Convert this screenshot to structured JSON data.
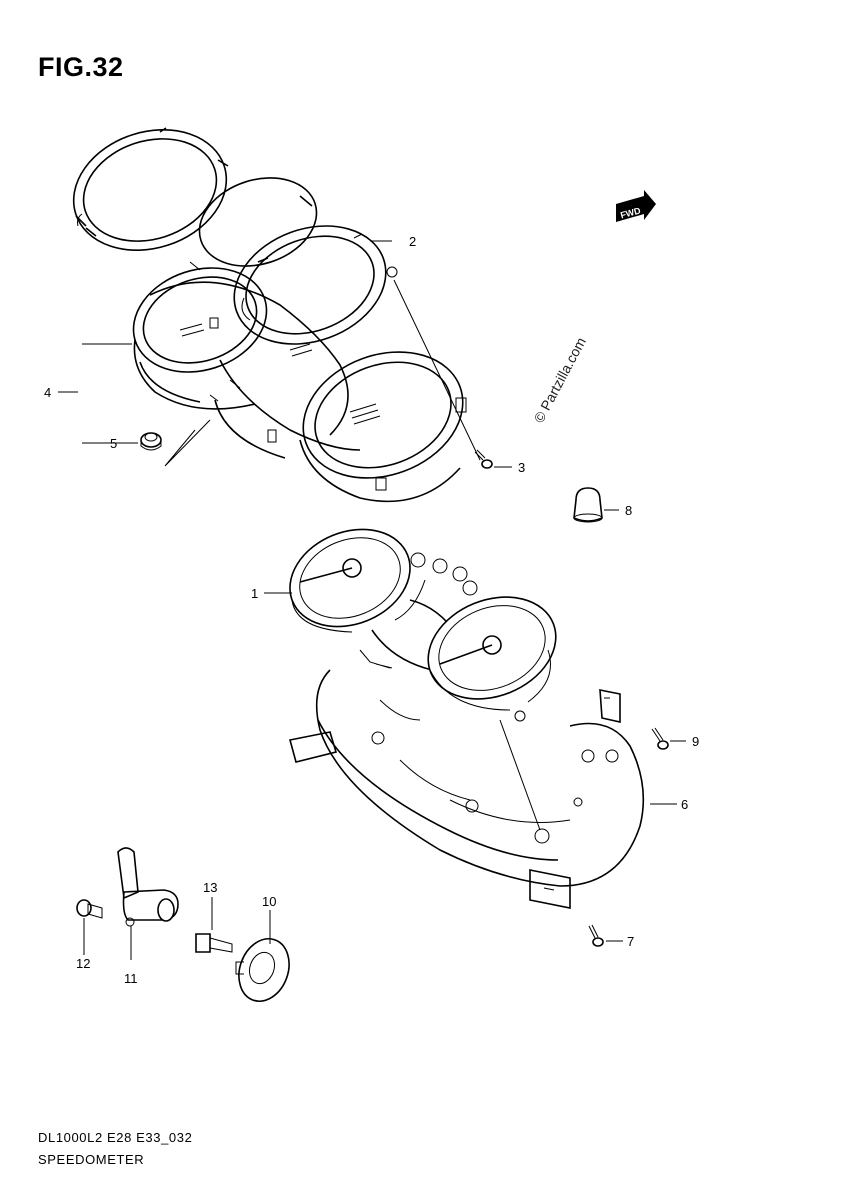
{
  "figure": {
    "title": "FIG.32",
    "watermark": "© Partzilla.com",
    "fwd_label": "FWD"
  },
  "callouts": [
    {
      "id": "c1",
      "label": "1"
    },
    {
      "id": "c2",
      "label": "2"
    },
    {
      "id": "c3",
      "label": "3"
    },
    {
      "id": "c4",
      "label": "4"
    },
    {
      "id": "c5",
      "label": "5"
    },
    {
      "id": "c6",
      "label": "6"
    },
    {
      "id": "c7",
      "label": "7"
    },
    {
      "id": "c8",
      "label": "8"
    },
    {
      "id": "c9",
      "label": "9"
    },
    {
      "id": "c10",
      "label": "10"
    },
    {
      "id": "c11",
      "label": "11"
    },
    {
      "id": "c12",
      "label": "12"
    },
    {
      "id": "c13",
      "label": "13"
    }
  ],
  "footer": {
    "model_code": "DL1000L2 E28 E33_032",
    "section_name": "SPEEDOMETER"
  }
}
